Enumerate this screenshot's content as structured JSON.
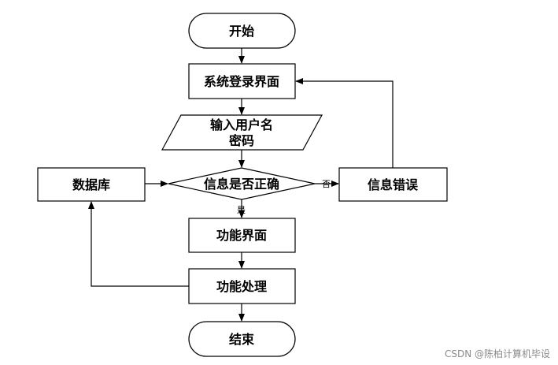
{
  "nodes": {
    "start": "开始",
    "login": "系统登录界面",
    "input_line1": "输入用户名",
    "input_line2": "密码",
    "check": "信息是否正确",
    "database": "数据库",
    "error": "信息错误",
    "func_ui": "功能界面",
    "func_proc": "功能处理",
    "end": "结束"
  },
  "edges": {
    "no_label": "否",
    "yes_label": "是"
  },
  "watermark": "CSDN @陈柏计算机毕设"
}
